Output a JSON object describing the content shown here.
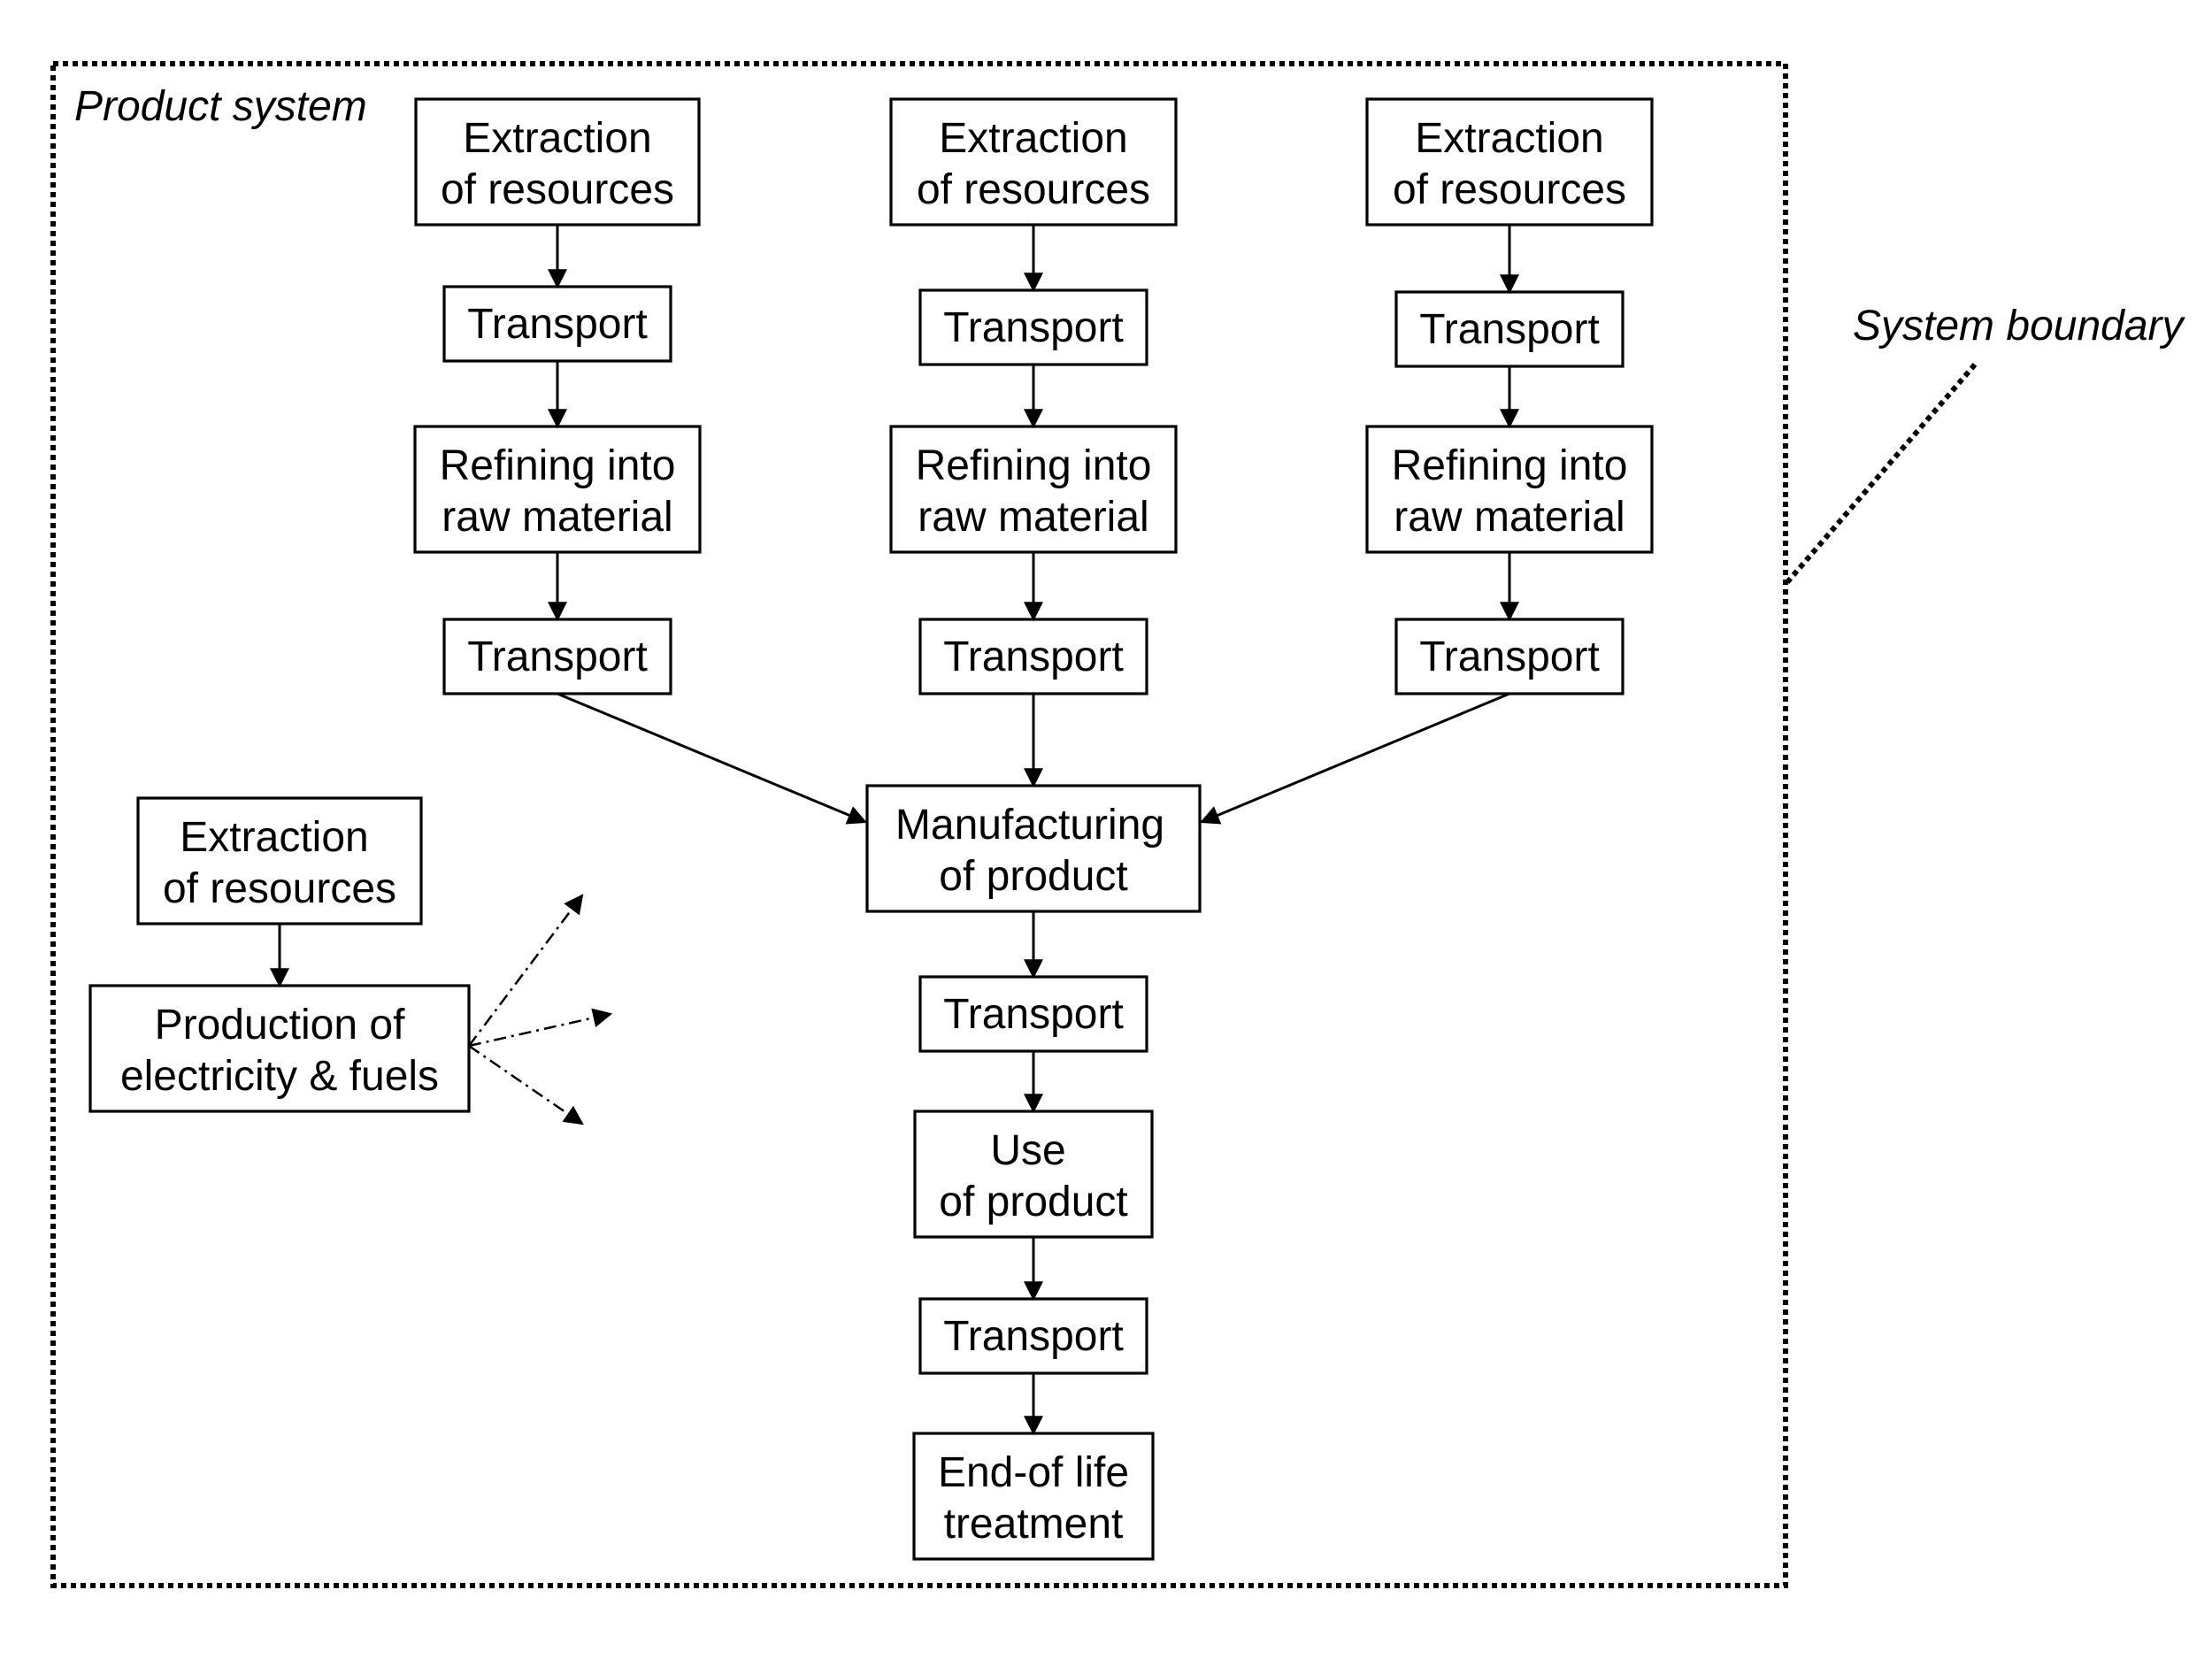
{
  "system": {
    "product_system_label": "Product system",
    "system_boundary_label": "System boundary"
  },
  "chains": [
    {
      "extraction": [
        "Extraction",
        "of resources"
      ],
      "transport_1": "Transport",
      "refining": [
        "Refining into",
        "raw material"
      ],
      "transport_2": "Transport"
    },
    {
      "extraction": [
        "Extraction",
        "of resources"
      ],
      "transport_1": "Transport",
      "refining": [
        "Refining into",
        "raw material"
      ],
      "transport_2": "Transport"
    },
    {
      "extraction": [
        "Extraction",
        "of resources"
      ],
      "transport_1": "Transport",
      "refining": [
        "Refining into",
        "raw material"
      ],
      "transport_2": "Transport"
    }
  ],
  "main": {
    "manufacturing": [
      "Manufacturing",
      "of product"
    ],
    "transport_3": "Transport",
    "use": [
      "Use",
      "of product"
    ],
    "transport_4": "Transport",
    "end_of_life": [
      "End-of life",
      "treatment"
    ]
  },
  "energy": {
    "extraction": [
      "Extraction",
      "of resources"
    ],
    "production": [
      "Production of",
      "electricity & fuels"
    ]
  }
}
